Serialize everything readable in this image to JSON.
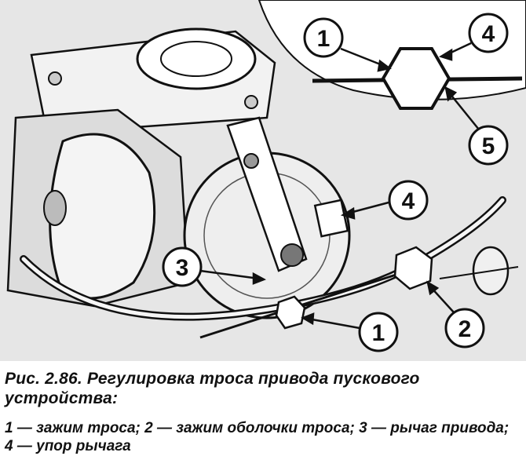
{
  "figure": {
    "callouts": [
      {
        "label": "1"
      },
      {
        "label": "4"
      },
      {
        "label": "5"
      },
      {
        "label": "4"
      },
      {
        "label": "3"
      },
      {
        "label": "1"
      },
      {
        "label": "2"
      }
    ]
  },
  "caption": {
    "title": "Рис. 2.86. Регулировка троса привода пускового устройства:",
    "legend": "1 — зажим троса; 2 — зажим оболочки троса; 3 — рычаг привода; 4 — упор рычага"
  }
}
